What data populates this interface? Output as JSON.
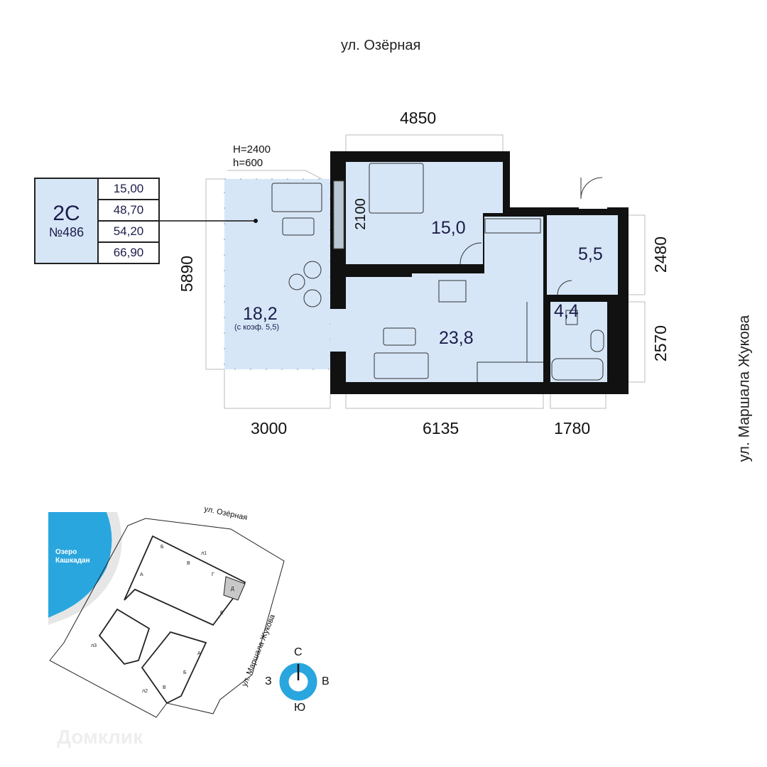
{
  "streets": {
    "top": "ул. Озёрная",
    "right": "ул. Маршала Жукова"
  },
  "apartment": {
    "type": "2С",
    "number": "№486",
    "areas": [
      "15,00",
      "48,70",
      "54,20",
      "66,90"
    ]
  },
  "ceiling": {
    "H": "H=2400",
    "h": "h=600"
  },
  "rooms": {
    "terrace": {
      "area": "18,2",
      "note": "(с коэф. 5,5)"
    },
    "bedroom": {
      "area": "15,0"
    },
    "living_kitchen": {
      "area": "23,8"
    },
    "bathroom": {
      "area": "5,5"
    },
    "wc": {
      "area": "4,4"
    }
  },
  "dimensions": {
    "top": "4850",
    "left": "5890",
    "window": "2100",
    "right_upper": "2480",
    "right_lower": "2570",
    "bottom_left": "3000",
    "bottom_mid": "6135",
    "bottom_right": "1780"
  },
  "site_map": {
    "lake": "Озеро\nКашкадан",
    "lake_line1": "Озеро",
    "lake_line2": "Кашкадан",
    "street_top": "ул. Озёрная",
    "street_right": "ул. Маршала Жукова",
    "buildings": [
      "л1",
      "л2",
      "л3"
    ],
    "sections_l1": [
      "А",
      "Б",
      "В",
      "Г",
      "Д",
      "Е"
    ],
    "sections_l2": [
      "А",
      "Б",
      "В"
    ],
    "highlighted_section": "Д"
  },
  "compass": {
    "north": "С",
    "south": "Ю",
    "west": "З",
    "east": "В"
  },
  "watermark": "Домклик",
  "colors": {
    "room_fill": "#d6e6f7",
    "wall": "#111111",
    "lake": "#2aa6df",
    "highlight": "#c8c8c8"
  }
}
